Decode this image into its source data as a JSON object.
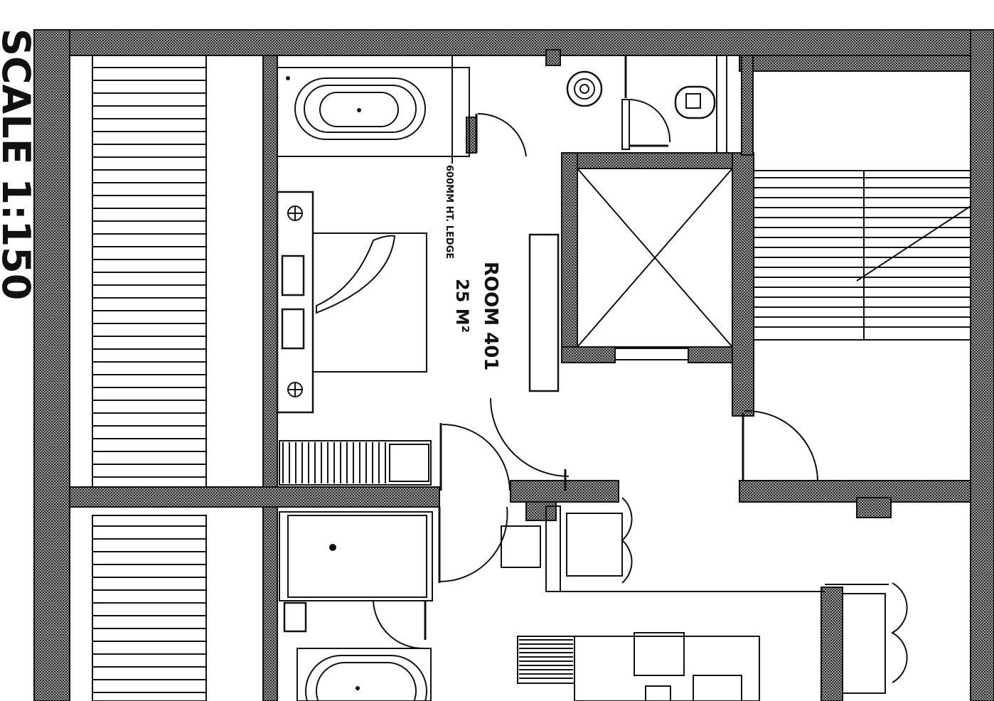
{
  "scale_label": "SCALE 1:150",
  "room": {
    "name": "ROOM 401",
    "area": "25 M²",
    "ledge_label": "600MM HT. LEDGE"
  },
  "colors": {
    "ink": "#111111",
    "paper": "#ffffff",
    "wall_hatch": "#6b6b6b"
  }
}
